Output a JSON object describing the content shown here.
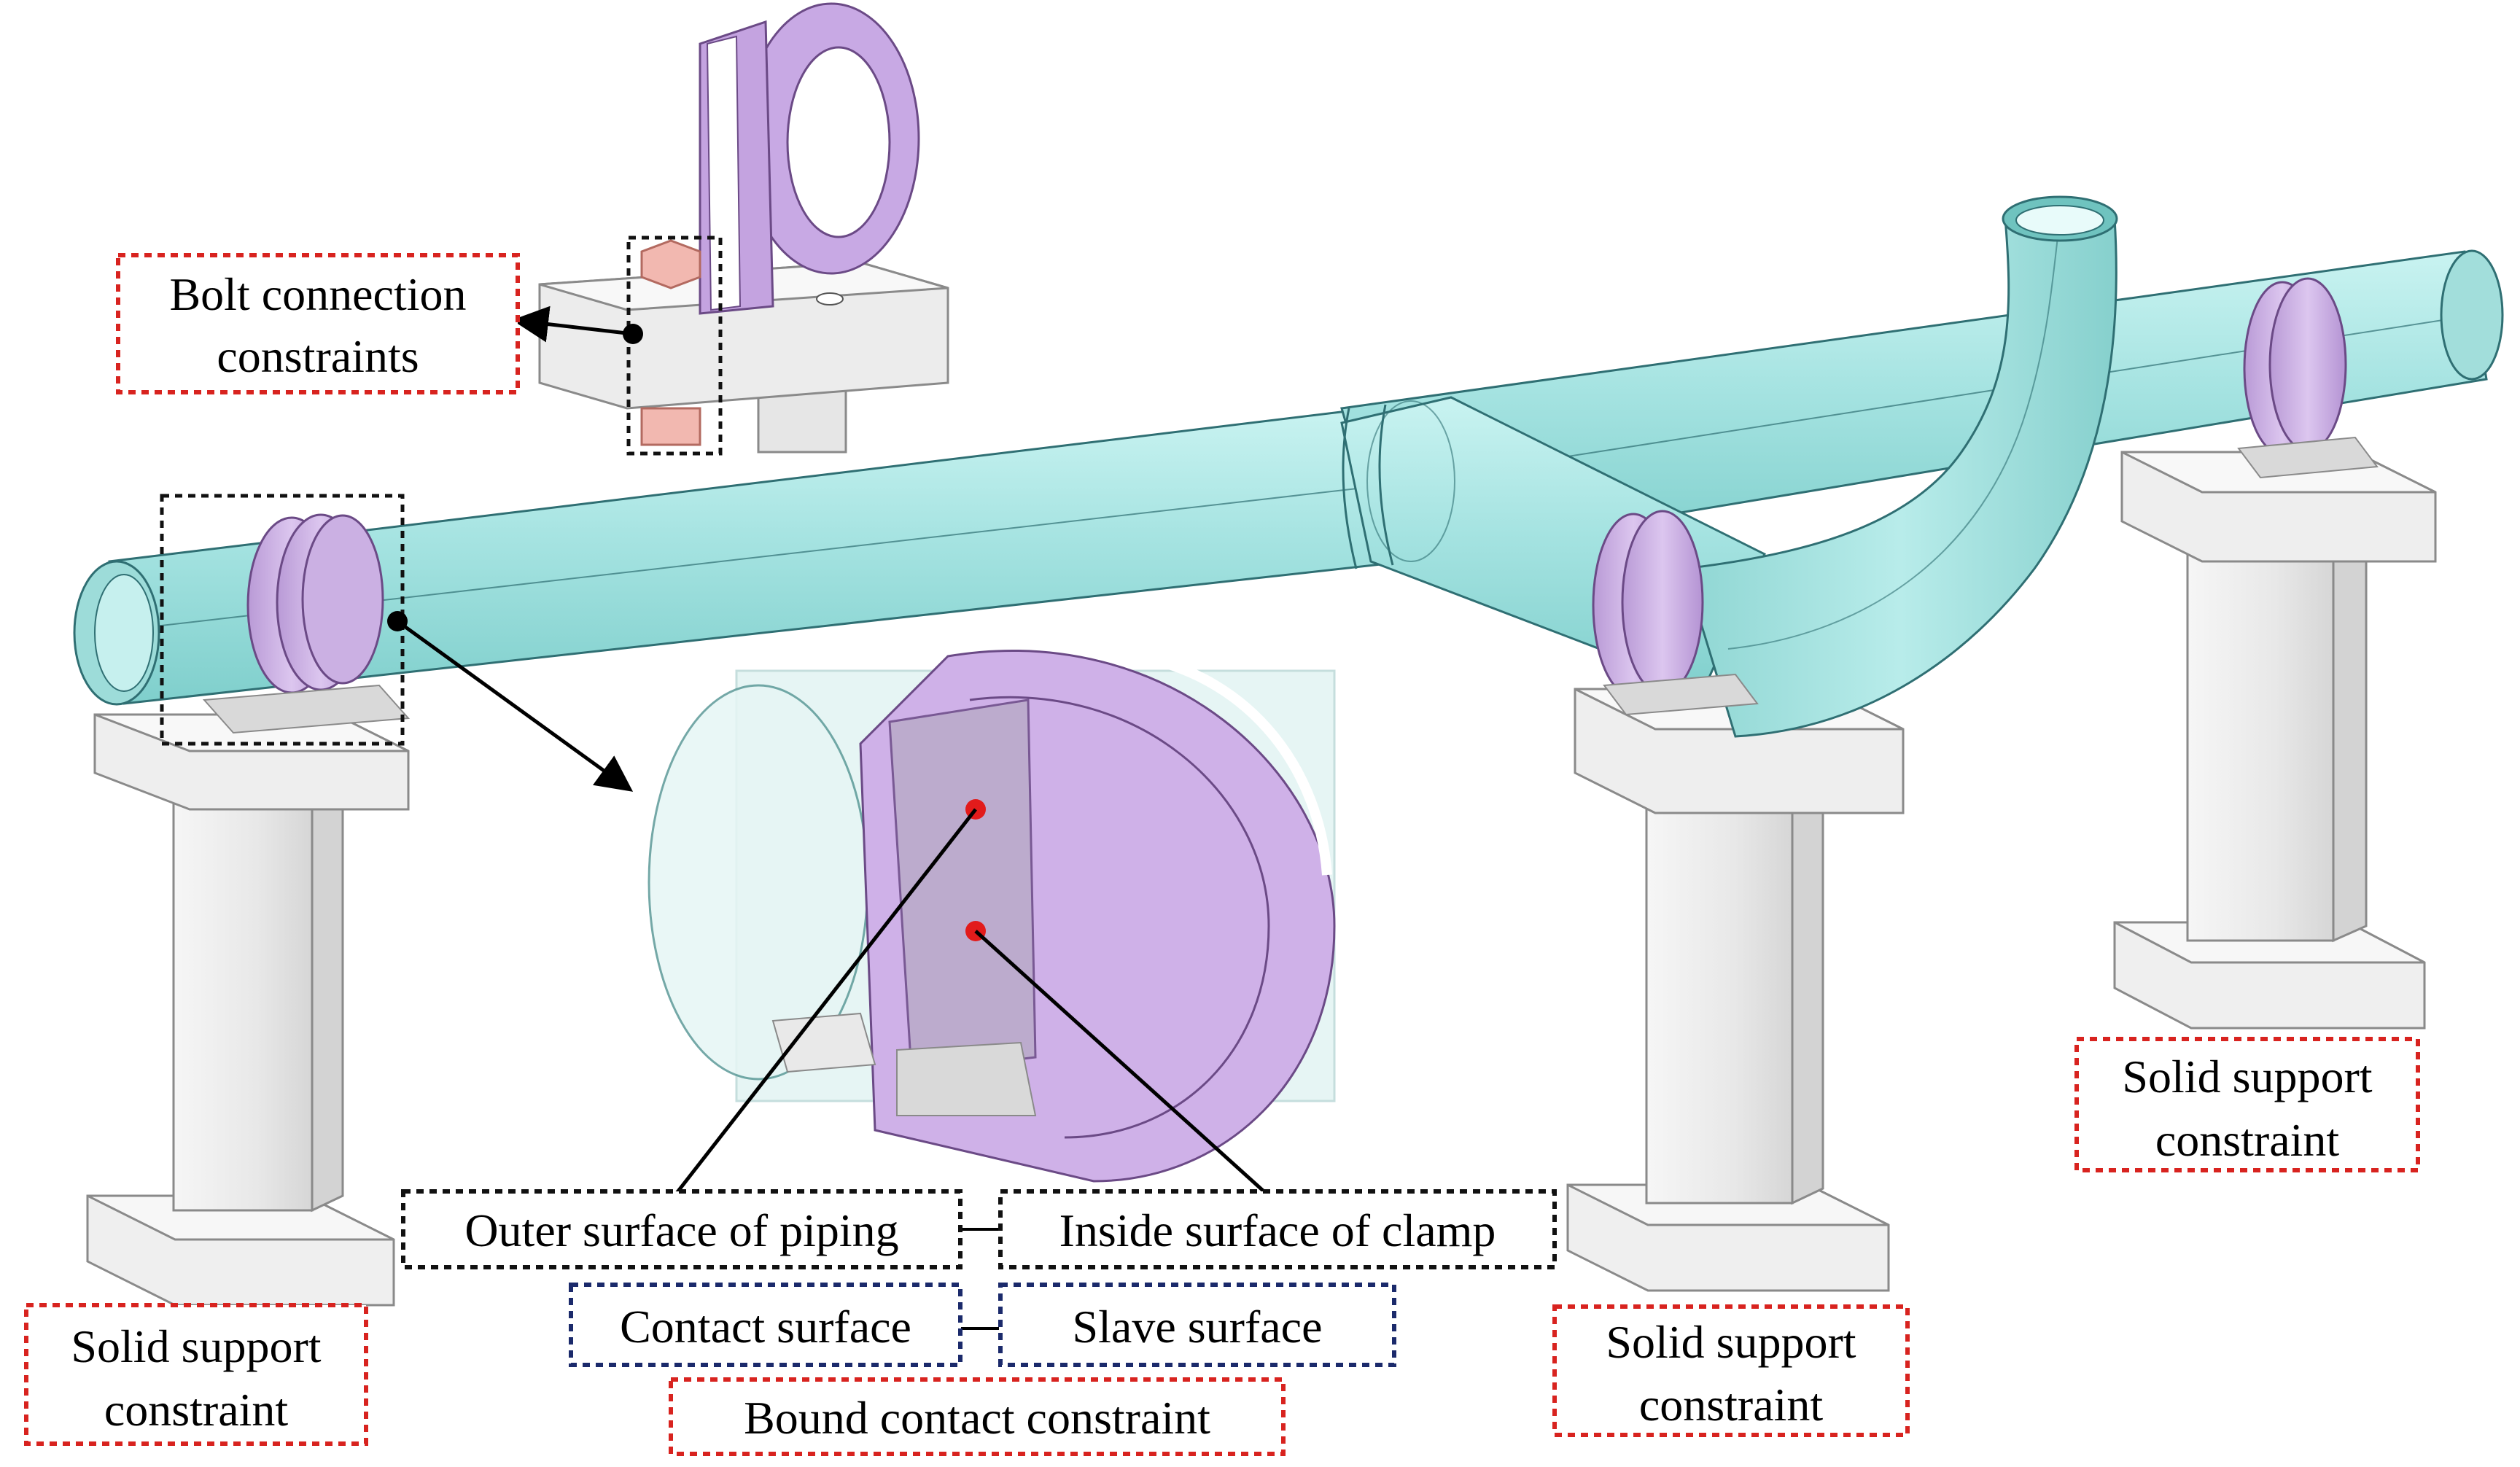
{
  "labels": {
    "bolt_connection_line1": "Bolt connection",
    "bolt_connection_line2": "constraints",
    "solid_support_left_line1": "Solid support",
    "solid_support_left_line2": "constraint",
    "solid_support_mid_line1": "Solid support",
    "solid_support_mid_line2": "constraint",
    "solid_support_right_line1": "Solid support",
    "solid_support_right_line2": "constraint",
    "outer_surface_piping": "Outer surface of piping",
    "inside_surface_clamp": "Inside surface of clamp",
    "contact_surface": "Contact surface",
    "slave_surface": "Slave surface",
    "bound_contact_constraint": "Bound contact constraint"
  },
  "colors": {
    "pipe": "#a8e6e4",
    "pipe_edge": "#2f6f73",
    "clamp": "#cdb0e6",
    "clamp_edge": "#6b4a86",
    "support": "#ececec",
    "support_edge": "#8a8a8a",
    "bolt": "#f2b8b0",
    "callout_red": "#d8231f",
    "callout_black": "#111111",
    "callout_navy": "#1b2a6b",
    "marker_red": "#e21b1b"
  }
}
